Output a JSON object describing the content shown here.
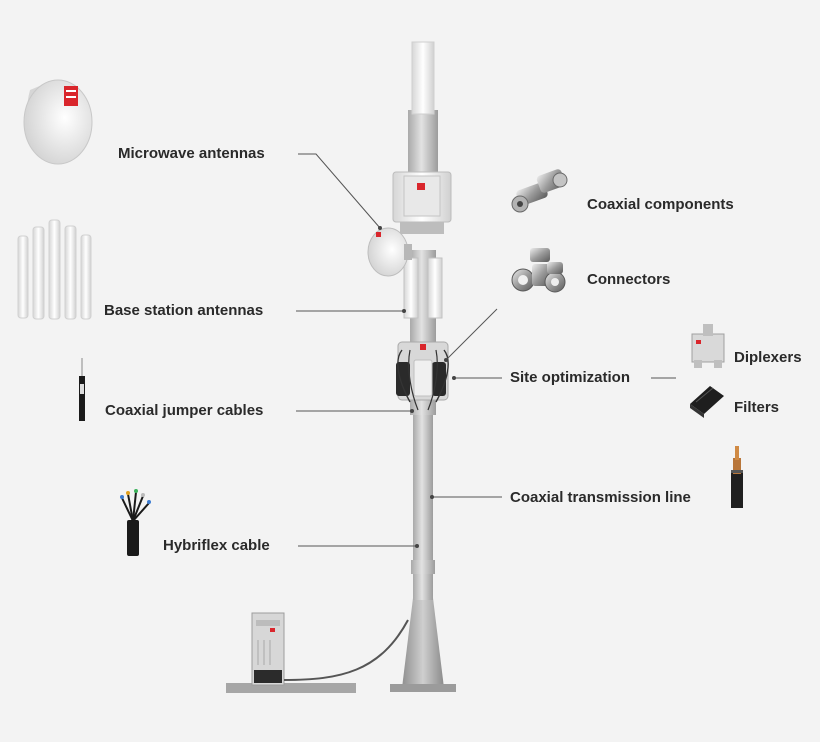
{
  "labels": {
    "microwave_antennas": "Microwave antennas",
    "base_station_antennas": "Base station antennas",
    "coaxial_jumper_cables": "Coaxial jumper cables",
    "hybriflex_cable": "Hybriflex cable",
    "coaxial_components": "Coaxial components",
    "connectors": "Connectors",
    "site_optimization": "Site optimization",
    "diplexers": "Diplexers",
    "filters": "Filters",
    "coaxial_transmission_line": "Coaxial transmission line"
  },
  "colors": {
    "background": "#f3f3f3",
    "label_text": "#2a2a2a",
    "leader_line": "#555555",
    "brand_red": "#d9262c",
    "tower_grey": "#c9c9c9",
    "cable_black": "#1a1a1a"
  },
  "icons": [
    "microwave-dish-icon",
    "base-station-antennas-icon",
    "coaxial-jumper-cable-icon",
    "hybriflex-cable-icon",
    "coaxial-components-icon",
    "connectors-icon",
    "diplexer-icon",
    "filter-icon",
    "coaxial-transmission-line-icon"
  ]
}
